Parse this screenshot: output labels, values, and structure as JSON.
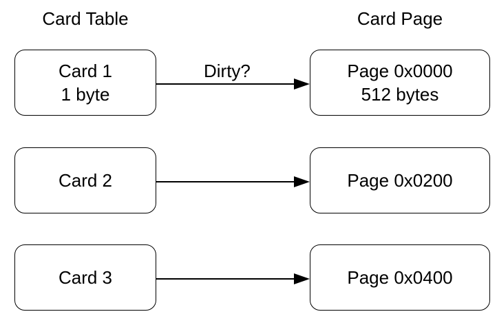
{
  "headers": {
    "left": "Card Table",
    "right": "Card Page"
  },
  "cards": [
    {
      "label": "Card 1",
      "sublabel": "1 byte"
    },
    {
      "label": "Card 2"
    },
    {
      "label": "Card 3"
    }
  ],
  "pages": [
    {
      "label": "Page 0x0000",
      "sublabel": "512 bytes"
    },
    {
      "label": "Page 0x0200"
    },
    {
      "label": "Page 0x0400"
    }
  ],
  "edges": [
    {
      "from": "Card 1",
      "to": "Page 0x0000",
      "label": "Dirty?"
    },
    {
      "from": "Card 2",
      "to": "Page 0x0200"
    },
    {
      "from": "Card 3",
      "to": "Page 0x0400"
    }
  ]
}
